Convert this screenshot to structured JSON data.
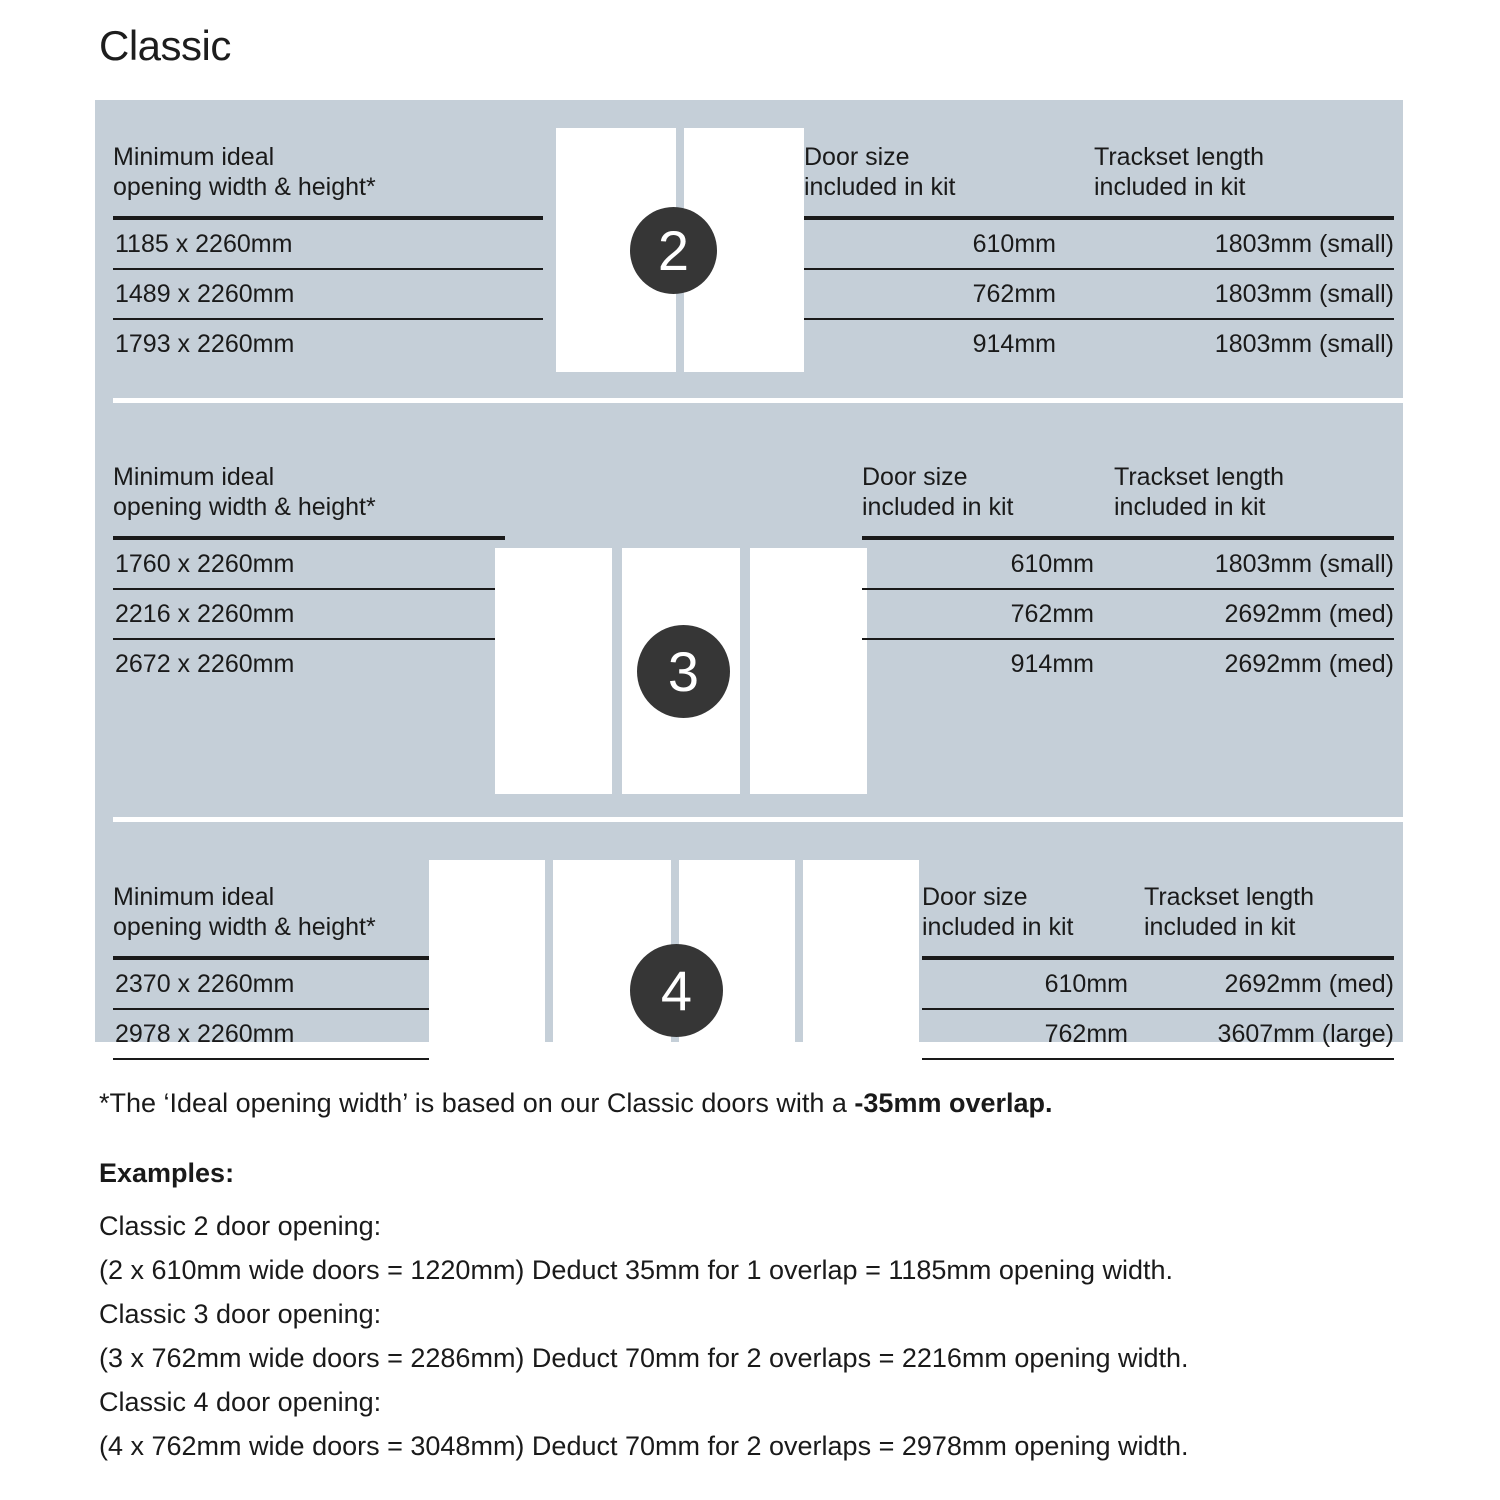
{
  "title": "Classic",
  "colors": {
    "panel_bg": "#c5cfd8",
    "door_fill": "#ffffff",
    "badge_bg": "#363636",
    "rule": "#1a1a1a",
    "page_bg": "#ffffff",
    "text": "#1a1a1a"
  },
  "headers": {
    "opening": "Minimum ideal\nopening width & height*",
    "door_size": "Door size\nincluded in kit",
    "trackset": "Trackset length\nincluded in kit"
  },
  "sections": [
    {
      "badge": "2",
      "door_count": 4,
      "doors_drawn": 2,
      "rows": [
        {
          "opening": "1185 x 2260mm",
          "door_size": "610mm",
          "trackset": "1803mm (small)"
        },
        {
          "opening": "1489 x 2260mm",
          "door_size": "762mm",
          "trackset": "1803mm (small)"
        },
        {
          "opening": "1793 x 2260mm",
          "door_size": "914mm",
          "trackset": "1803mm (small)"
        }
      ]
    },
    {
      "badge": "3",
      "door_count": 3,
      "doors_drawn": 3,
      "rows": [
        {
          "opening": "1760 x 2260mm",
          "door_size": "610mm",
          "trackset": "1803mm (small)"
        },
        {
          "opening": "2216 x 2260mm",
          "door_size": "762mm",
          "trackset": "2692mm (med)"
        },
        {
          "opening": "2672 x 2260mm",
          "door_size": "914mm",
          "trackset": "2692mm (med)"
        }
      ]
    },
    {
      "badge": "4",
      "door_count": 4,
      "doors_drawn": 4,
      "rows": [
        {
          "opening": "2370 x 2260mm",
          "door_size": "610mm",
          "trackset": "2692mm (med)"
        },
        {
          "opening": "2978 x 2260mm",
          "door_size": "762mm",
          "trackset": "3607mm (large)"
        }
      ]
    }
  ],
  "footnote": {
    "text_before": "*The ‘Ideal opening width’ is based on our Classic doors with a ",
    "text_bold": "-35mm overlap."
  },
  "examples": {
    "heading": "Examples:",
    "lines": [
      "Classic 2 door opening:",
      "(2 x 610mm wide doors = 1220mm)  Deduct 35mm for 1 overlap = 1185mm opening width.",
      "Classic 3 door opening:",
      "(3 x 762mm wide doors = 2286mm)  Deduct 70mm for 2 overlaps = 2216mm opening width.",
      "Classic 4 door opening:",
      "(4 x 762mm wide doors = 3048mm)  Deduct 70mm for 2 overlaps = 2978mm opening width."
    ]
  }
}
